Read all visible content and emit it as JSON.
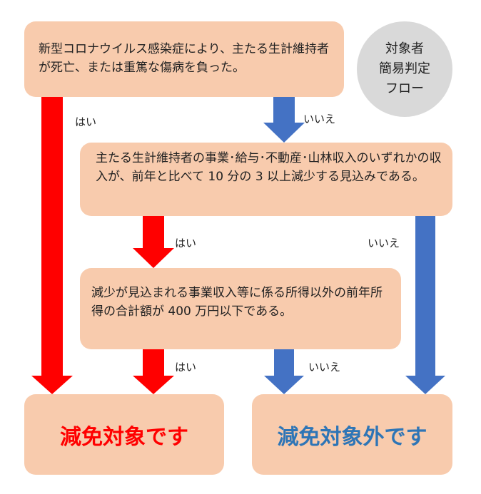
{
  "title_badge": {
    "text": "対象者\n簡易判定\nフロー"
  },
  "questions": {
    "q1": "新型コロナウイルス感染症により、主たる生計維持者が死亡、または重篤な傷病を負った。",
    "q2": "主たる生計維持者の事業･給与･不動産･山林収入のいずれかの収入が、前年と比べて 10 分の 3 以上減少する見込みである。",
    "q3": "減少が見込まれる事業収入等に係る所得以外の前年所得の合計額が 400 万円以下である。"
  },
  "labels": {
    "q1_yes": "はい",
    "q1_no": "いいえ",
    "q2_yes": "はい",
    "q2_no": "いいえ",
    "q3_yes": "はい",
    "q3_no": "いいえ"
  },
  "results": {
    "eligible": "減免対象です",
    "not_eligible": "減免対象外です"
  },
  "colors": {
    "box_fill": "#f8cbad",
    "yes_arrow": "#ff0000",
    "no_arrow": "#4472c4",
    "eligible_text": "#ff0000",
    "not_eligible_text": "#2e75b6",
    "badge_fill": "#d9d9d9"
  }
}
